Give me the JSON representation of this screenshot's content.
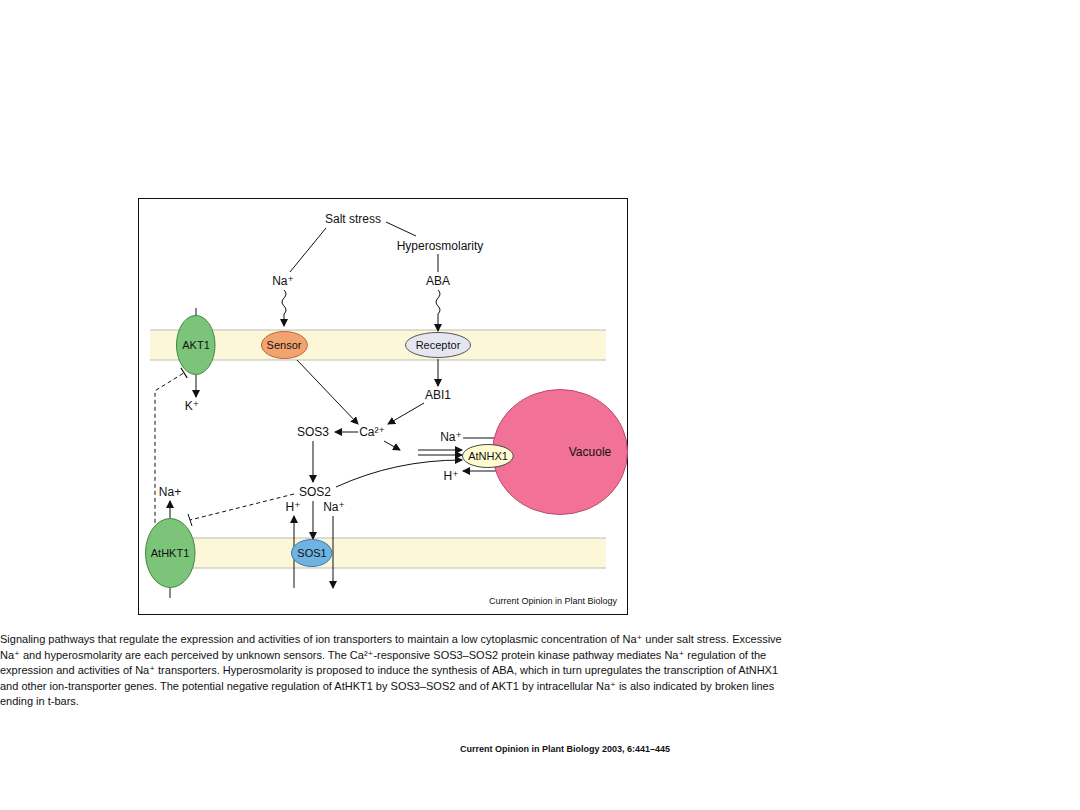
{
  "diagram": {
    "caption": "Signaling pathways that regulate the expression and activities of ion transporters to maintain a low cytoplasmic concentration of Na⁺ under salt stress. Excessive Na⁺ and hyperosmolarity are each perceived by unknown sensors. The Ca²⁺-responsive SOS3–SOS2 protein kinase pathway mediates Na⁺ regulation of the expression and activities of Na⁺ transporters. Hyperosmolarity is proposed to induce the synthesis of ABA, which in turn upregulates the transcription of AtNHX1 and other ion-transporter genes. The potential negative regulation of AtHKT1 by SOS3–SOS2 and of AKT1 by intracellular Na⁺ is also indicated by broken lines ending in t-bars.",
    "nodes": [
      {
        "text": [
          "Current Opinion in Plant Biology"
        ]
      },
      {
        "text": [
          "AKT1"
        ],
        "in": 0
      },
      {
        "text": [
          "Sensor"
        ],
        "in": 0
      },
      {
        "text": [
          "Receptor"
        ],
        "in": 0
      },
      {
        "text": [
          "Vacuole"
        ],
        "in": 0
      },
      {
        "text": [
          "AtNHX1"
        ],
        "in": 0
      },
      {
        "text": [
          "AtHKT1"
        ],
        "in": 0
      },
      {
        "text": [
          "SOS1"
        ],
        "in": 0
      }
    ],
    "edges": [
      {
        "from": 6,
        "to": 1,
        "arrow": "to"
      }
    ],
    "labels": [
      "Salt stress",
      "Hyperosmolarity",
      "Na⁺",
      "ABA",
      "K⁺",
      "ABI1",
      "SOS3",
      "Ca²⁺",
      "Na⁺",
      "H⁺",
      "Na+",
      "SOS2",
      "H⁺",
      "Na⁺",
      "Current Opinion in Plant Biology 2003, 6:441–445"
    ]
  }
}
